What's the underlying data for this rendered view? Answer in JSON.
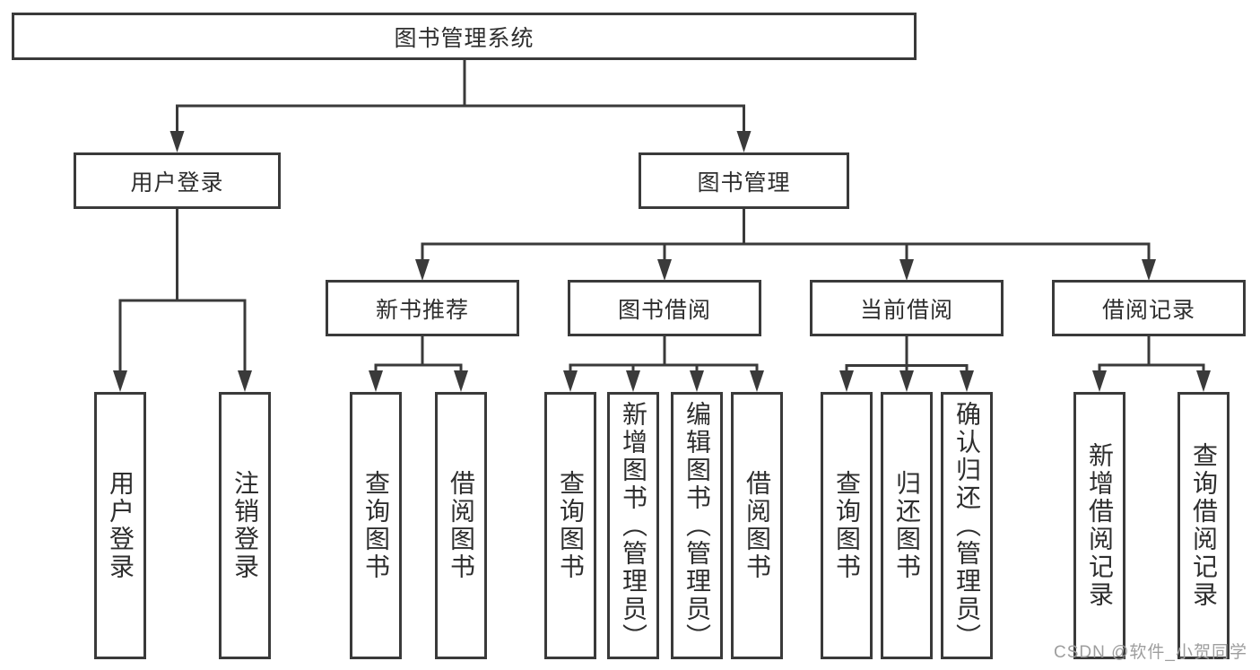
{
  "diagram": {
    "tree": {
      "label": "图书管理系统",
      "children": [
        {
          "label": "用户登录",
          "children": [
            {
              "label": "用户登录"
            },
            {
              "label": "注销登录"
            }
          ]
        },
        {
          "label": "图书管理",
          "children": [
            {
              "label": "新书推荐",
              "children": [
                {
                  "label": "查询图书"
                },
                {
                  "label": "借阅图书"
                }
              ]
            },
            {
              "label": "图书借阅",
              "children": [
                {
                  "label": "查询图书"
                },
                {
                  "label": "新增图书（管理员）"
                },
                {
                  "label": "编辑图书（管理员）"
                },
                {
                  "label": "借阅图书"
                }
              ]
            },
            {
              "label": "当前借阅",
              "children": [
                {
                  "label": "查询图书"
                },
                {
                  "label": "归还图书"
                },
                {
                  "label": "确认归还（管理员）"
                }
              ]
            },
            {
              "label": "借阅记录",
              "children": [
                {
                  "label": "新增借阅记录"
                },
                {
                  "label": "查询借阅记录"
                }
              ]
            }
          ]
        }
      ]
    }
  },
  "watermark": {
    "text": "CSDN @软件_小贺同学"
  },
  "colors": {
    "line": "#3a3a3a",
    "box_border": "#3a3a3a",
    "text": "#2e2e2e",
    "watermark": "#9e9e9e",
    "background": "#ffffff"
  }
}
